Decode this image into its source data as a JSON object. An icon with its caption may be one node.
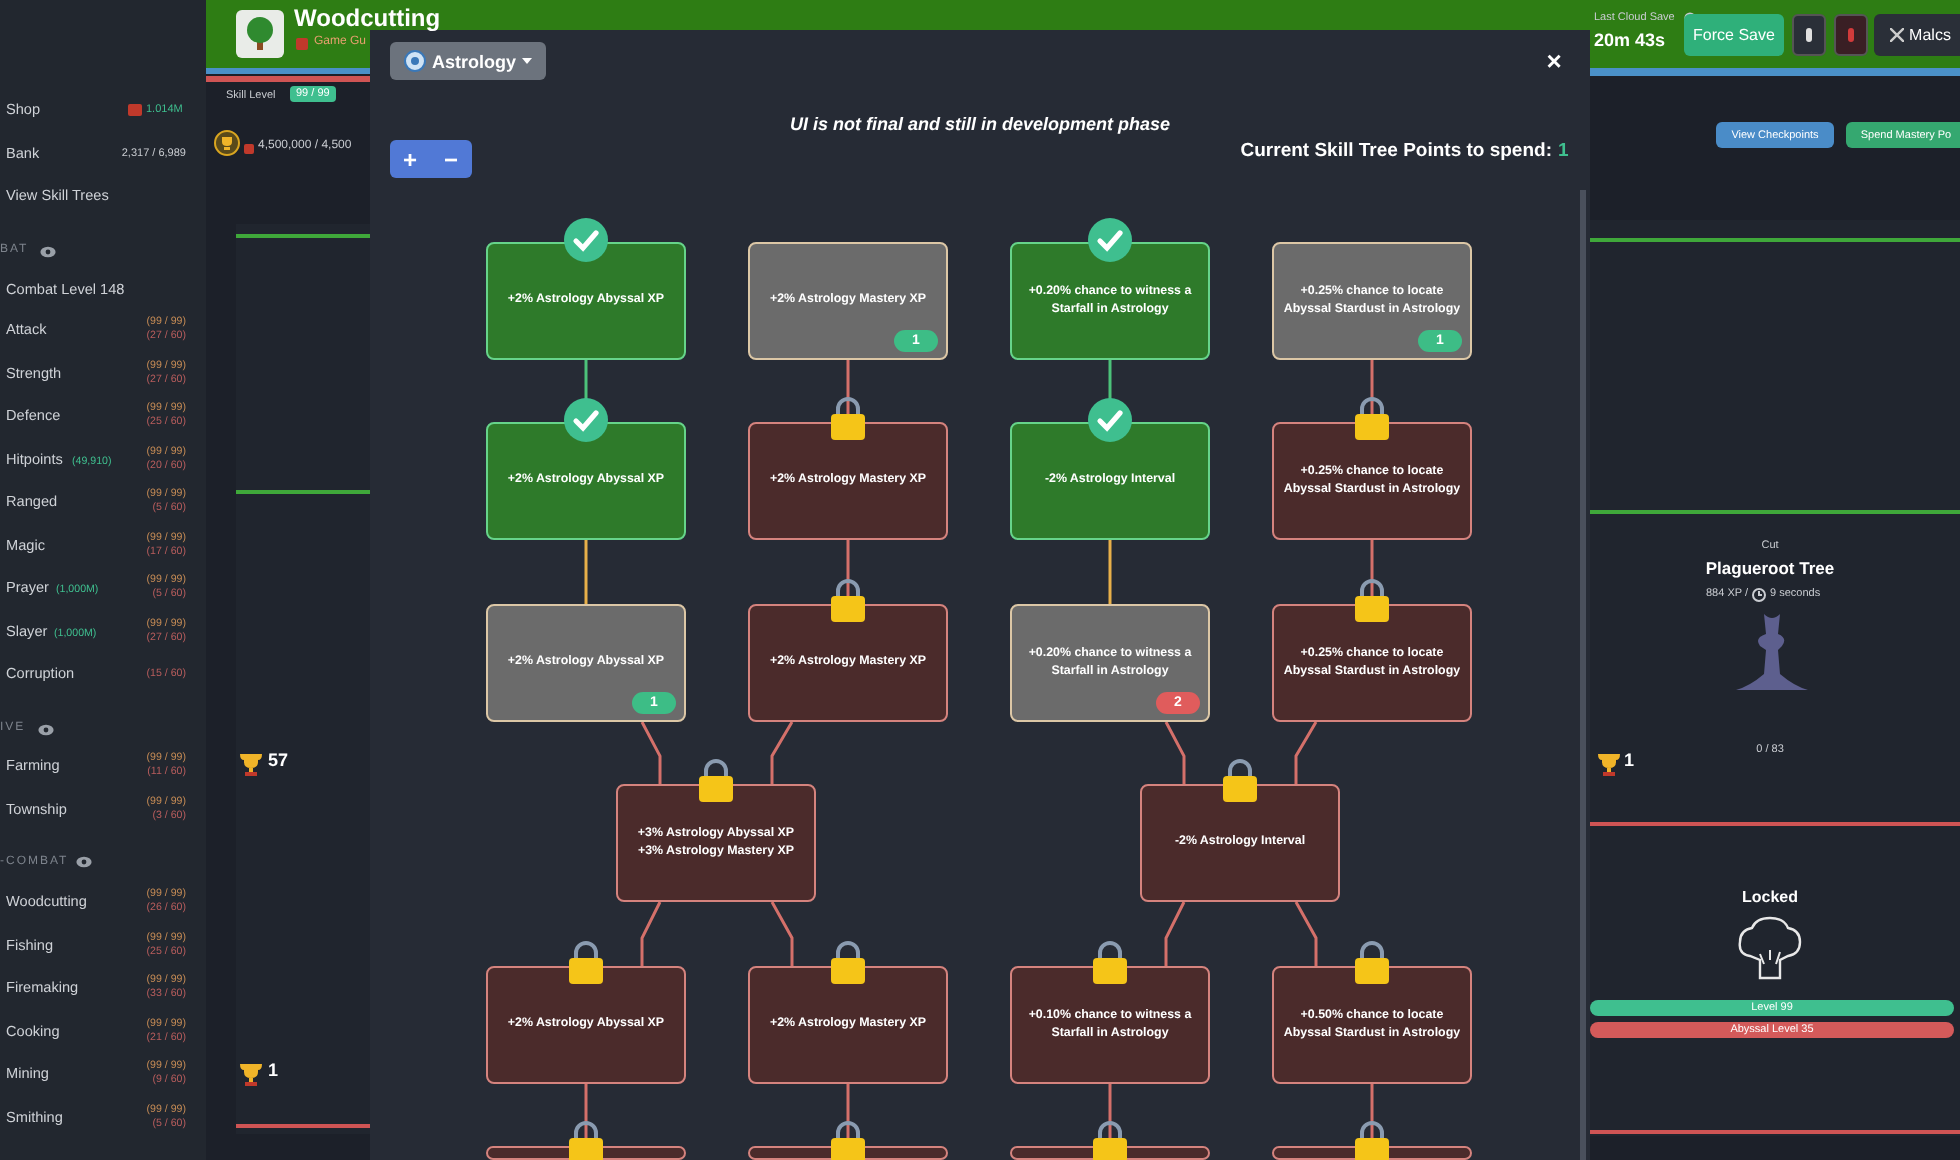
{
  "diagram": {
    "nodes": [
      {
        "text": [
          "+2% Astrology Abyssal XP"
        ]
      },
      {
        "text": [
          "+2% Astrology Mastery XP",
          "1"
        ]
      },
      {
        "text": [
          "+0.20% chance to witness a Starfall in Astrology"
        ]
      },
      {
        "text": [
          "+0.25% chance to locate Abyssal Stardust in Astrology",
          "1"
        ]
      },
      {
        "text": [
          "+2% Astrology Abyssal XP"
        ]
      },
      {
        "text": [
          "+2% Astrology Mastery XP"
        ]
      },
      {
        "text": [
          "-2% Astrology Interval"
        ]
      },
      {
        "text": [
          "+0.25% chance to locate Abyssal Stardust in Astrology"
        ]
      },
      {
        "text": [
          "+2% Astrology Abyssal XP",
          "1"
        ]
      },
      {
        "text": [
          "+2% Astrology Mastery XP"
        ]
      },
      {
        "text": [
          "+0.20% chance to witness a Starfall in Astrology",
          "2"
        ]
      },
      {
        "text": [
          "+0.25% chance to locate Abyssal Stardust in Astrology"
        ]
      },
      {
        "text": [
          "+3% Astrology Abyssal XP",
          "+3% Astrology Mastery XP"
        ]
      },
      {
        "text": [
          "-2% Astrology Interval"
        ]
      },
      {
        "text": [
          "+2% Astrology Abyssal XP"
        ]
      },
      {
        "text": [
          "+2% Astrology Mastery XP"
        ]
      },
      {
        "text": [
          "+0.10% chance to witness a Starfall in Astrology"
        ]
      },
      {
        "text": [
          "+0.50% chance to locate Abyssal Stardust in Astrology"
        ]
      },
      {
        "text": [],
        "shape": "box"
      },
      {
        "text": [],
        "shape": "box"
      },
      {
        "text": [],
        "shape": "box"
      },
      {
        "text": [],
        "shape": "box"
      }
    ],
    "edges": [
      {
        "from": 0,
        "to": 4,
        "arrow": "none",
        "color": "#4cc27a"
      },
      {
        "from": 1,
        "to": 5,
        "arrow": "none"
      },
      {
        "from": 2,
        "to": 6,
        "arrow": "none",
        "color": "#4cc27a"
      },
      {
        "from": 3,
        "to": 7,
        "arrow": "none"
      },
      {
        "from": 4,
        "to": 8,
        "arrow": "none",
        "color": "#e8b04a"
      },
      {
        "from": 5,
        "to": 9,
        "arrow": "none"
      },
      {
        "from": 6,
        "to": 10,
        "arrow": "none",
        "color": "#e8b04a"
      },
      {
        "from": 7,
        "to": 11,
        "arrow": "none"
      },
      {
        "from": 8,
        "to": 12,
        "arrow": "none"
      },
      {
        "from": 9,
        "to": 12,
        "arrow": "none"
      },
      {
        "from": 10,
        "to": 13,
        "arrow": "none"
      },
      {
        "from": 11,
        "to": 13,
        "arrow": "none"
      },
      {
        "from": 12,
        "to": 14,
        "arrow": "none"
      },
      {
        "from": 12,
        "to": 15,
        "arrow": "none"
      },
      {
        "from": 13,
        "to": 16,
        "arrow": "none"
      },
      {
        "from": 13,
        "to": 17,
        "arrow": "none"
      },
      {
        "from": 14,
        "to": 18,
        "arrow": "none"
      },
      {
        "from": 15,
        "to": 19,
        "arrow": "none"
      },
      {
        "from": 16,
        "to": 20,
        "arrow": "none"
      },
      {
        "from": 17,
        "to": 21,
        "arrow": "none"
      }
    ],
    "labels": [
      "Shop",
      "1.014M",
      "Bank",
      "2,317 / 6,989",
      "View Skill Trees",
      "BAT",
      "Combat Level 148",
      "Attack",
      "(99 / 99)",
      "(27 / 60)",
      "Strength",
      "(99 / 99)",
      "(27 / 60)",
      "Defence",
      "(99 / 99)",
      "(25 / 60)",
      "Hitpoints",
      "(49,910)",
      "(99 / 99)",
      "(20 / 60)",
      "Ranged",
      "(99 / 99)",
      "(5 / 60)",
      "Magic",
      "(99 / 99)",
      "(17 / 60)",
      "Prayer",
      "(1,000M)",
      "(99 / 99)",
      "(5 / 60)",
      "Slayer",
      "(1,000M)",
      "(99 / 99)",
      "(27 / 60)",
      "Corruption",
      "(15 / 60)",
      "IVE",
      "Farming",
      "(99 / 99)",
      "(11 / 60)",
      "Township",
      "(99 / 99)",
      "(3 / 60)",
      "-COMBAT",
      "Woodcutting",
      "(99 / 99)",
      "(26 / 60)",
      "Fishing",
      "(99 / 99)",
      "(25 / 60)",
      "Firemaking",
      "(99 / 99)",
      "(33 / 60)",
      "Cooking",
      "(99 / 99)",
      "(21 / 60)",
      "Mining",
      "(99 / 99)",
      "(9 / 60)",
      "Smithing",
      "(99 / 99)",
      "(5 / 60)",
      "Woodcutting",
      "Game Gu",
      "Skill Level",
      "99 / 99",
      "4,500,000 / 4,500",
      "57",
      "1",
      "Last Cloud Save",
      "20m 43s",
      "Force Save",
      "Malcs",
      "View Checkpoints",
      "Spend Mastery Po",
      "Cut",
      "Plagueroot Tree",
      "884 XP /",
      "9 seconds",
      "1",
      "0 / 83",
      "Locked",
      "Level 99",
      "Abyssal Level 35",
      "Astrology",
      "×",
      "UI is not final and still in development phase",
      "+",
      "−",
      "Current Skill Tree Points to spend:",
      "1"
    ]
  }
}
